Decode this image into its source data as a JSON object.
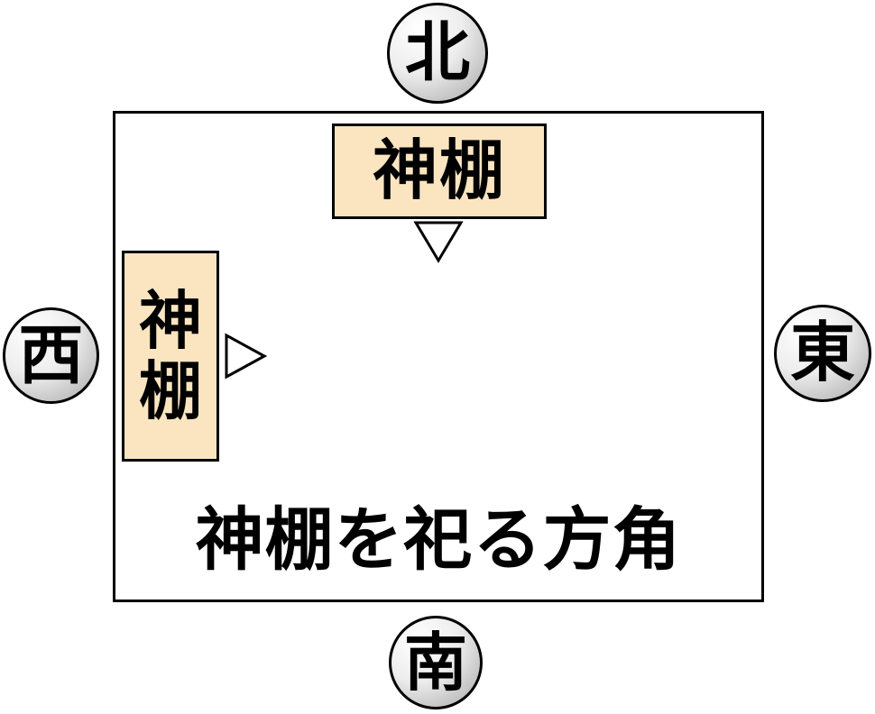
{
  "diagram": {
    "title": "神棚を祀る方角",
    "compass": {
      "north": "北",
      "south": "南",
      "east": "東",
      "west": "西"
    },
    "shelves": {
      "north_wall": {
        "label": "神棚",
        "facing": "south"
      },
      "west_wall": {
        "label": "神棚",
        "chars": [
          "神",
          "棚"
        ],
        "facing": "east"
      }
    },
    "icons": {
      "arrow_down": "triangle-down-outline",
      "arrow_right": "triangle-right-outline"
    },
    "colors": {
      "shelf_fill": "#FAE5C0",
      "outline": "#000000",
      "badge_light": "#FFFFFF",
      "badge_dark": "#A6A6A6"
    }
  }
}
